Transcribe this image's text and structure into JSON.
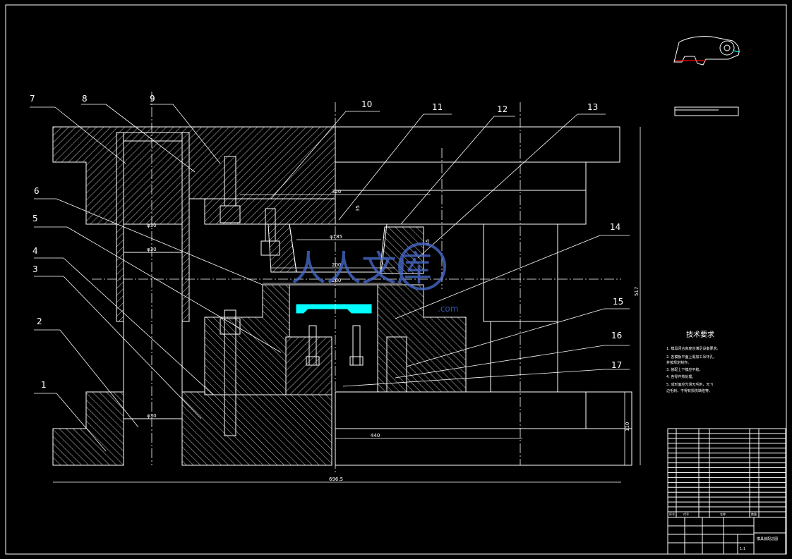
{
  "drawing": {
    "part_labels": [
      "1",
      "2",
      "3",
      "4",
      "5",
      "6",
      "7",
      "8",
      "9",
      "10",
      "11",
      "12",
      "13",
      "14",
      "15",
      "16",
      "17"
    ],
    "dimensions": {
      "d_320": "320",
      "d_35": "35",
      "d_phi185": "φ185",
      "d_45": "45",
      "d_200": "200",
      "d_260": "260",
      "d_517": "517",
      "d_110": "110",
      "d_440": "440",
      "d_696": "696.5"
    },
    "guide_dims": [
      "φ30",
      "φ30",
      "φ30"
    ],
    "watermark": {
      "main": "人人文库",
      "sub": ".com"
    }
  },
  "tech_requirements": {
    "title": "技术要求",
    "items": [
      "1. 模具闭合高度应满足设备要求。",
      "2. 各模板平面上需加工吊环孔，",
      "   并按规定制作。",
      "3. 装配上下模应平稳。",
      "4. 各零件热处理。",
      "5. 成形面应光滑无毛刺，无飞",
      "   边毛刺、不得有损伤缺陷等。"
    ]
  },
  "bom": {
    "rows": 17,
    "footer": [
      "序号",
      "代号",
      "名称",
      "数量"
    ]
  },
  "title_block": {
    "name": "模具装配总图",
    "scale": "1:1"
  },
  "colors": {
    "background": "#000000",
    "line": "#ffffff",
    "part_highlight": "#00ffff",
    "section_line": "#ff0000",
    "watermark": "#4a6fd6"
  }
}
